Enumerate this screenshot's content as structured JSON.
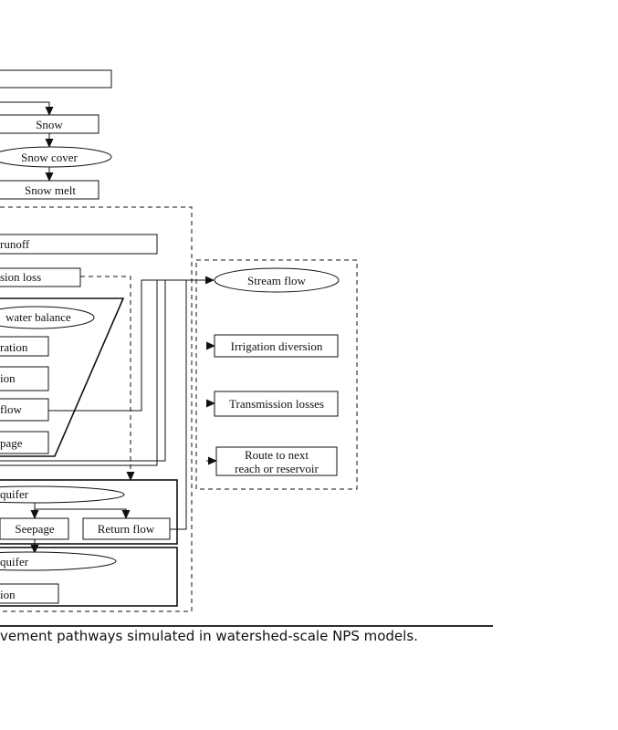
{
  "nodes": {
    "top_box": "",
    "snow": "Snow",
    "snow_cover": "Snow cover",
    "snow_melt": "Snow melt",
    "runoff": "runoff",
    "transmission_loss": "sion loss",
    "water_balance": "water balance",
    "evaporation": "ration",
    "infiltration": "ion",
    "lateral_flow": "flow",
    "seepage_upper": "page",
    "shallow_aquifer": "quifer",
    "seepage": "Seepage",
    "return_flow": "Return flow",
    "deep_aquifer": "quifer",
    "deep_bottom": "ion",
    "stream_flow": "Stream flow",
    "irrigation_diversion": "Irrigation diversion",
    "transmission_losses": "Transmission losses",
    "route_line1": "Route to next",
    "route_line2": "reach or reservoir"
  },
  "caption": "vement pathways simulated in watershed-scale NPS models."
}
